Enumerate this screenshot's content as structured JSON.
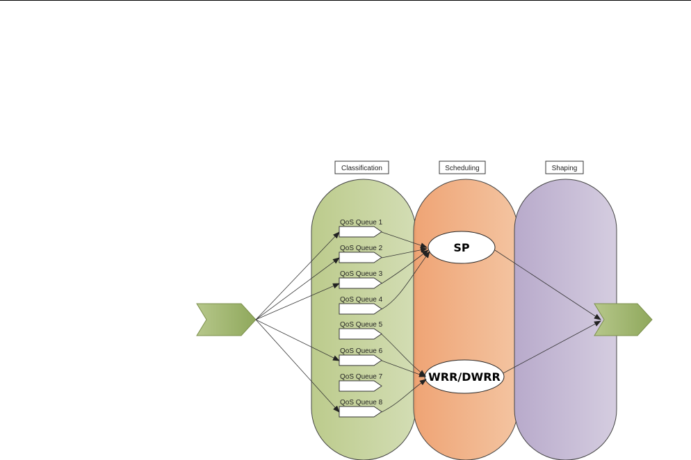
{
  "headers": {
    "classification": "Classification",
    "scheduling": "Scheduling",
    "shaping": "Shaping"
  },
  "queues": [
    "QoS Queue 1",
    "QoS Queue 2",
    "QoS Queue 3",
    "QoS Queue 4",
    "QoS Queue 5",
    "QoS Queue 6",
    "QoS Queue 7",
    "QoS Queue 8"
  ],
  "schedulers": {
    "sp": "SP",
    "wrr": "WRR/DWRR"
  },
  "colors": {
    "classification": "#c9d6a3",
    "scheduling": "#f0a878",
    "shaping": "#c8bdd6",
    "arrow": "#a9bd78"
  }
}
